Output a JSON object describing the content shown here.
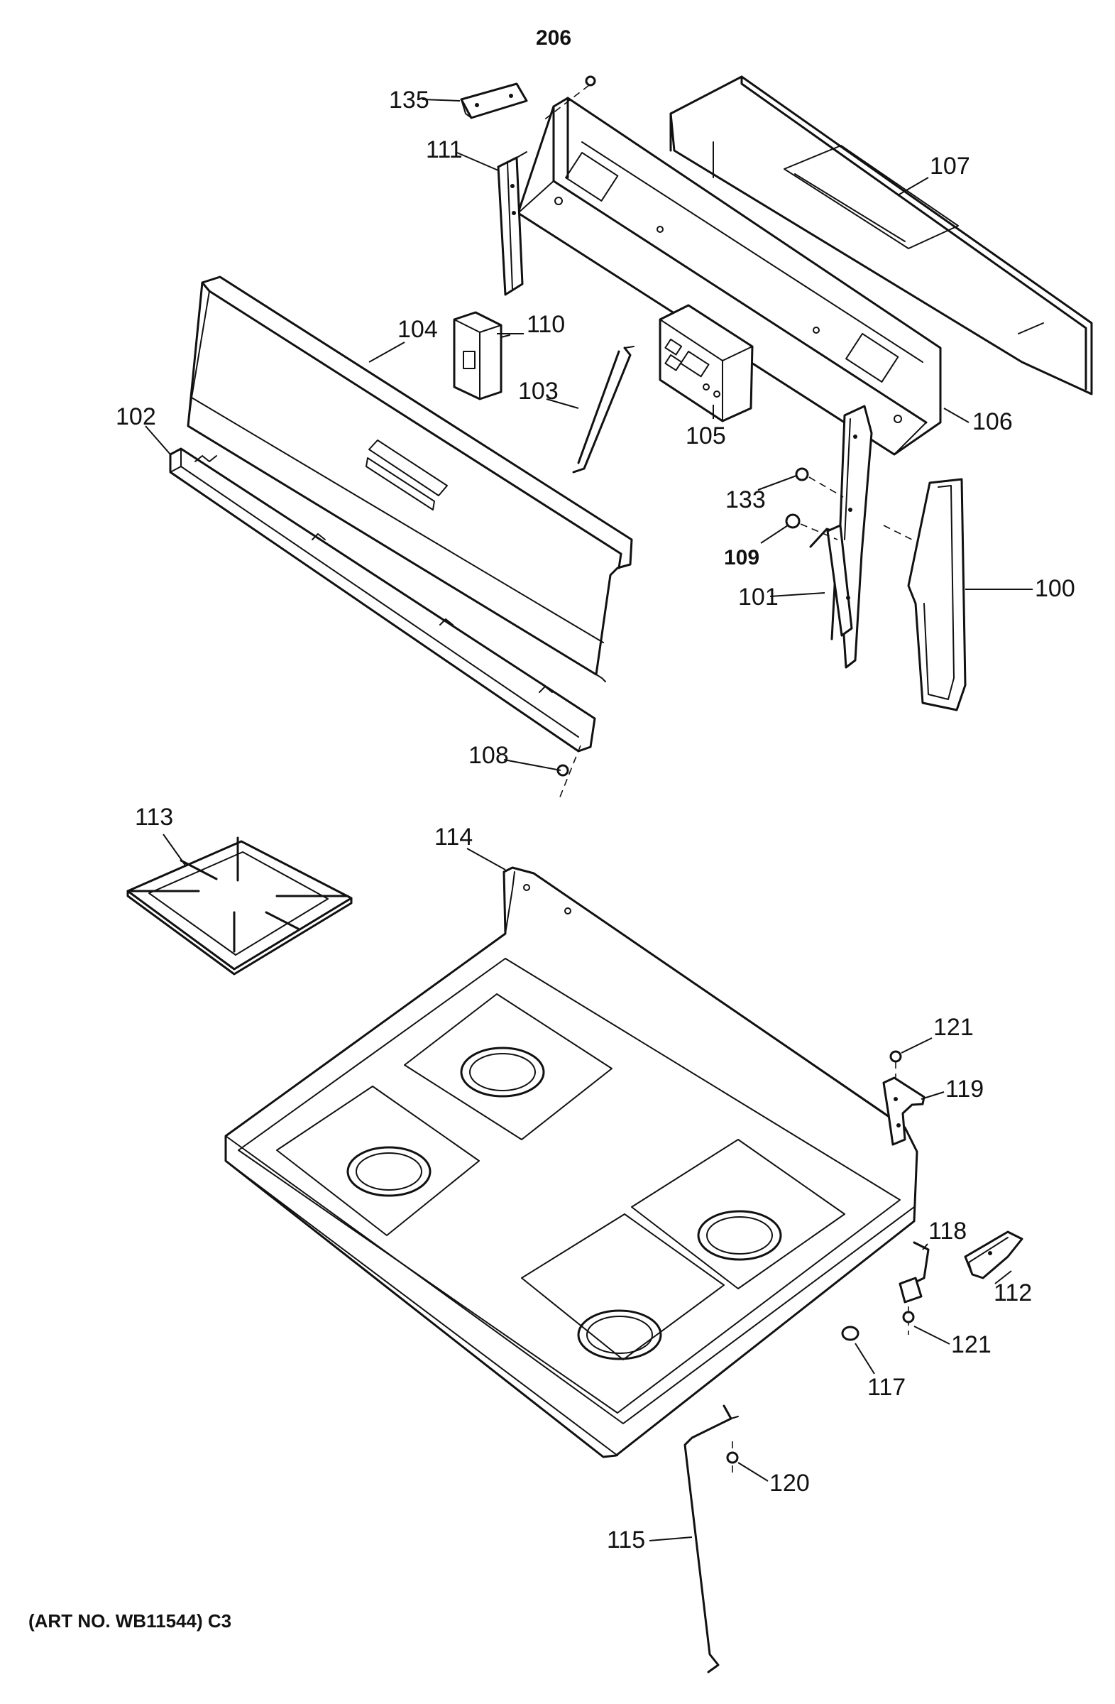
{
  "callouts": {
    "c206": "206",
    "c135": "135",
    "c111": "111",
    "c107": "107",
    "c110": "110",
    "c104": "104",
    "c103": "103",
    "c102": "102",
    "c105": "105",
    "c106": "106",
    "c133": "133",
    "c109": "109",
    "c101": "101",
    "c100": "100",
    "c108": "108",
    "c113": "113",
    "c114": "114",
    "c121a": "121",
    "c119": "119",
    "c118": "118",
    "c112": "112",
    "c121b": "121",
    "c117": "117",
    "c120": "120",
    "c115": "115"
  },
  "art_note": "(ART NO. WB11544) C3"
}
